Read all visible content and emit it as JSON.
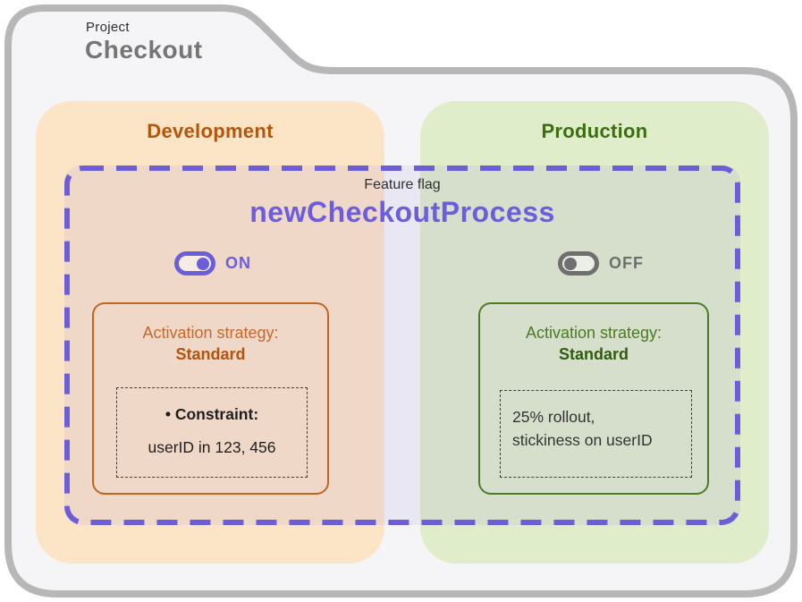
{
  "project": {
    "label": "Project",
    "name": "Checkout"
  },
  "feature_flag": {
    "label": "Feature flag",
    "name": "newCheckoutProcess"
  },
  "environments": [
    {
      "id": "development",
      "name": "Development",
      "toggle": {
        "state": "on",
        "label": "ON"
      },
      "strategy": {
        "title": "Activation strategy:",
        "type": "Standard",
        "details": {
          "line1": "• Constraint:",
          "line2": "userID in 123, 456"
        }
      }
    },
    {
      "id": "production",
      "name": "Production",
      "toggle": {
        "state": "off",
        "label": "OFF"
      },
      "strategy": {
        "title": "Activation strategy:",
        "type": "Standard",
        "details": {
          "line1": "25% rollout,",
          "line2": "stickiness on userID"
        }
      }
    }
  ],
  "colors": {
    "accent_purple": "#6c5ce0",
    "flag_border_purple": "#6b5ed8",
    "dev_bg": "#fce5c6",
    "dev_heading": "#b5550d",
    "dev_border": "#c2661f",
    "prod_bg": "#e0edca",
    "prod_heading": "#3c6e11",
    "prod_border": "#4d7c26",
    "toggle_off_gray": "#6f6f6f",
    "folder_border": "#b7b7b7",
    "folder_fill": "#f5f5f7"
  }
}
